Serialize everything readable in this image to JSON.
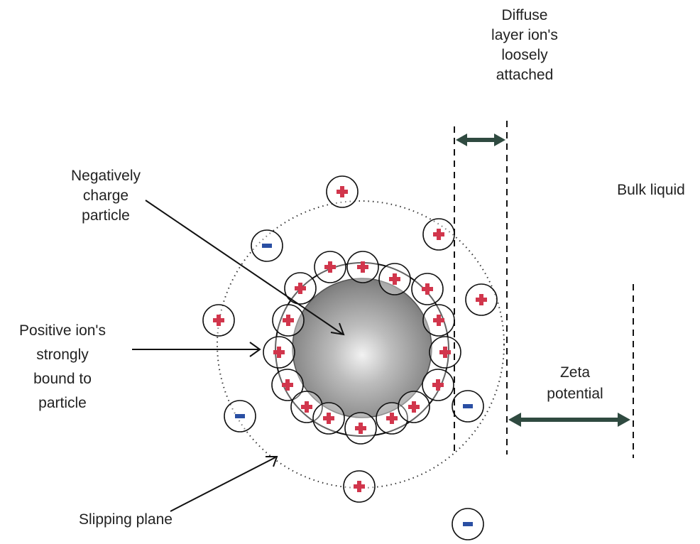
{
  "labels": {
    "diffuse": [
      "Diffuse",
      "layer ion's",
      "loosely",
      "attached"
    ],
    "bulk": "Bulk liquid",
    "negative": [
      "Negatively",
      "charge",
      "particle"
    ],
    "positive": [
      "Positive ion's",
      "strongly",
      "bound to",
      "particle"
    ],
    "zeta": [
      "Zeta",
      "potential"
    ],
    "slipping": "Slipping plane"
  },
  "ion_signs": {
    "positive": "+",
    "negative": "-"
  },
  "colors": {
    "positive_ion": "#d1364c",
    "negative_ion": "#2a4fa3",
    "arrow_thick": "#2f4a40",
    "line": "#111111"
  }
}
